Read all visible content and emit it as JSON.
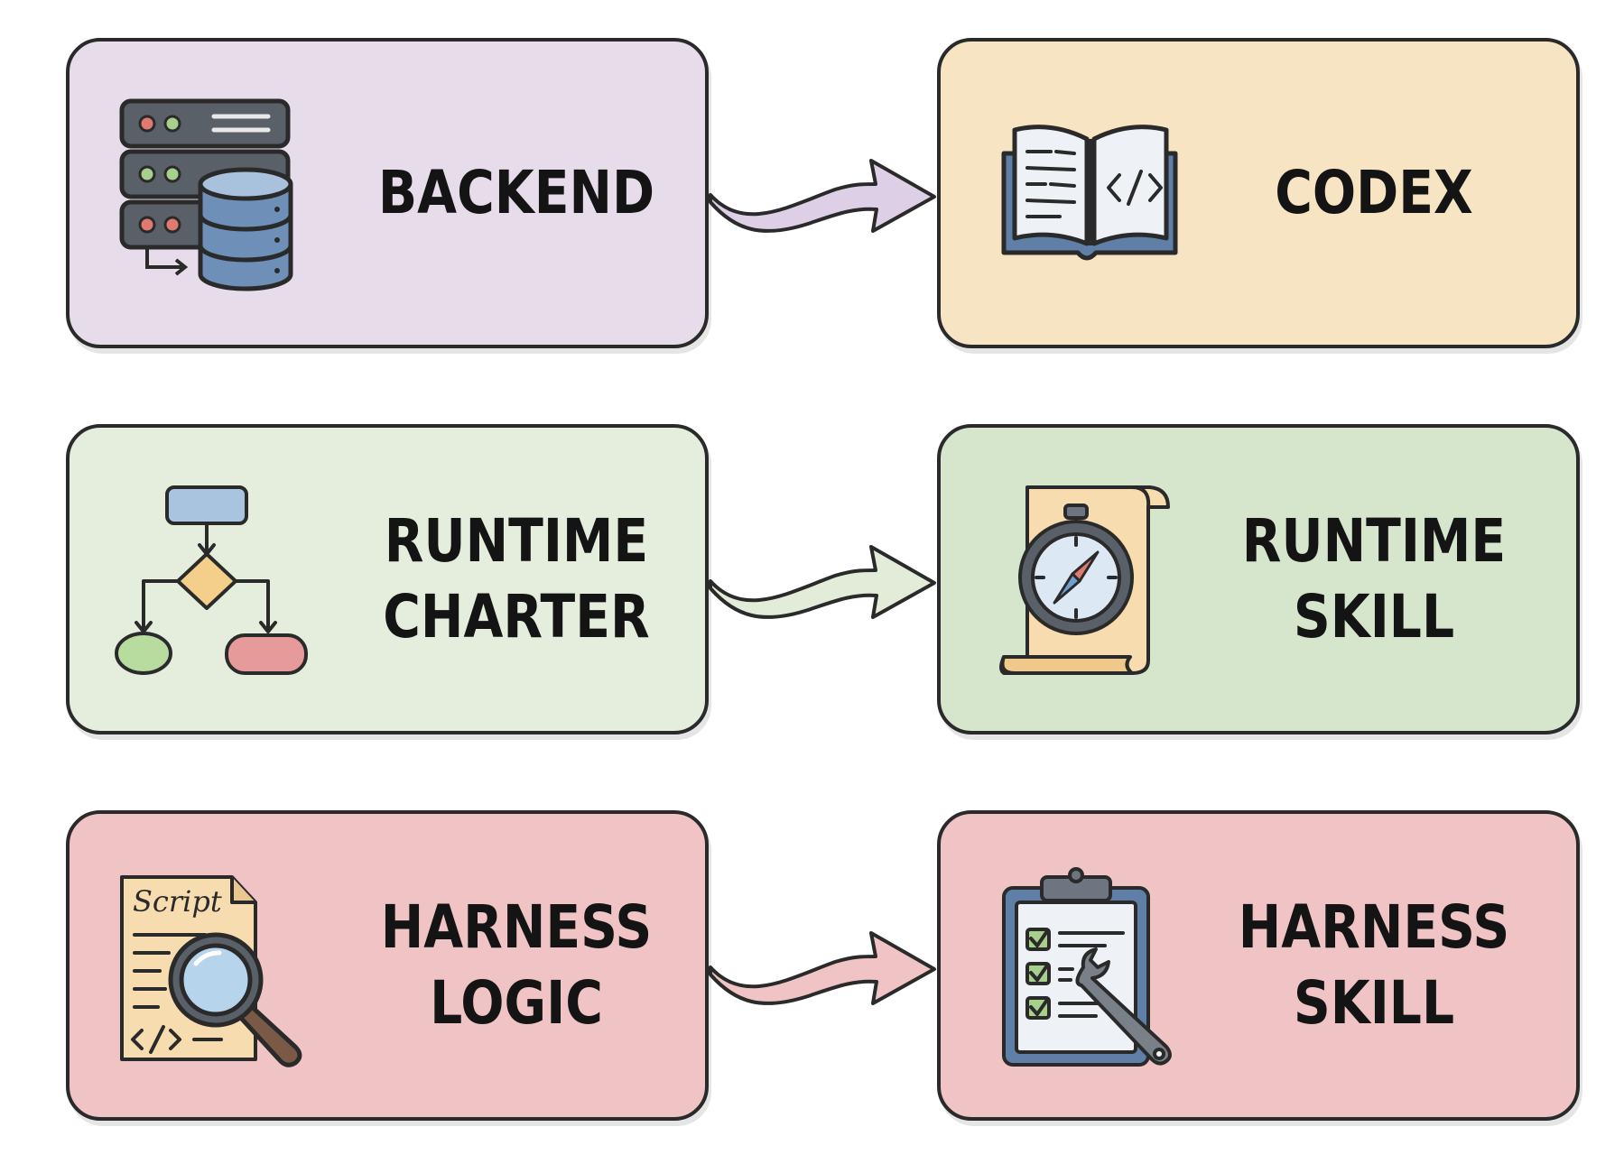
{
  "rows": [
    {
      "left": {
        "lines": [
          "BACKEND"
        ],
        "icon": "server-database-icon",
        "fill": "#e6dcea"
      },
      "right": {
        "lines": [
          "CODEX"
        ],
        "icon": "code-book-icon",
        "fill": "#f7e4c3"
      },
      "arrow_color": "#ddd0e6"
    },
    {
      "left": {
        "lines": [
          "RUNTIME",
          "CHARTER"
        ],
        "icon": "flowchart-icon",
        "fill": "#e5eedd"
      },
      "right": {
        "lines": [
          "RUNTIME",
          "SKILL"
        ],
        "icon": "compass-scroll-icon",
        "fill": "#d5e6cc"
      },
      "arrow_color": "#e2ecd8"
    },
    {
      "left": {
        "lines": [
          "HARNESS",
          "LOGIC"
        ],
        "icon": "script-magnifier-icon",
        "fill": "#f0c4c4",
        "icon_text": "Script"
      },
      "right": {
        "lines": [
          "HARNESS",
          "SKILL"
        ],
        "icon": "clipboard-wrench-icon",
        "fill": "#f0c4c4"
      },
      "arrow_color": "#f0c4c4"
    }
  ]
}
